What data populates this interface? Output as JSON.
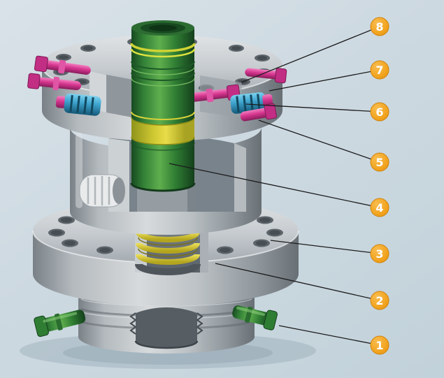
{
  "figure": {
    "callouts": [
      {
        "number": "1"
      },
      {
        "number": "2"
      },
      {
        "number": "3"
      },
      {
        "number": "4"
      },
      {
        "number": "5"
      },
      {
        "number": "6"
      },
      {
        "number": "7"
      },
      {
        "number": "8"
      }
    ],
    "palette": {
      "bg1": "#d9e2e8",
      "bg2": "#c2d2da",
      "badge": "#f2a41f",
      "badge_text": "#ffffff",
      "leader": "#1c1c1c",
      "body_light": "#d7dadc",
      "mandrel": "#348238",
      "mandrel_light": "#5fae4d",
      "seal": "#e8dd49",
      "stud": "#d6368f",
      "valve": "#3fa5cf",
      "plug": "#2f7d33"
    }
  }
}
